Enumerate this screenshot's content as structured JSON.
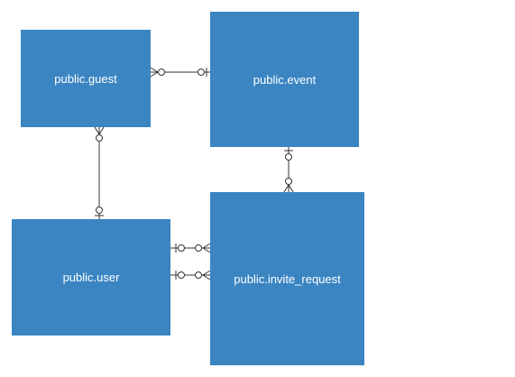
{
  "colors": {
    "entity_fill": "#3b85c3",
    "entity_text": "#ffffff",
    "connector": "#333333"
  },
  "entities": {
    "guest": {
      "label": "public.guest"
    },
    "event": {
      "label": "public.event"
    },
    "user": {
      "label": "public.user"
    },
    "invite_request": {
      "label": "public.invite_request"
    }
  },
  "relationships": [
    {
      "from": "public.guest",
      "to": "public.event",
      "from_end": "zero-or-many",
      "to_end": "zero-or-one"
    },
    {
      "from": "public.guest",
      "to": "public.user",
      "from_end": "zero-or-many",
      "to_end": "zero-or-one"
    },
    {
      "from": "public.event",
      "to": "public.invite_request",
      "from_end": "zero-or-one",
      "to_end": "zero-or-many"
    },
    {
      "from": "public.user",
      "to": "public.invite_request",
      "from_end": "zero-or-one",
      "to_end": "zero-or-many"
    },
    {
      "from": "public.user",
      "to": "public.invite_request",
      "from_end": "zero-or-one",
      "to_end": "zero-or-many"
    }
  ]
}
